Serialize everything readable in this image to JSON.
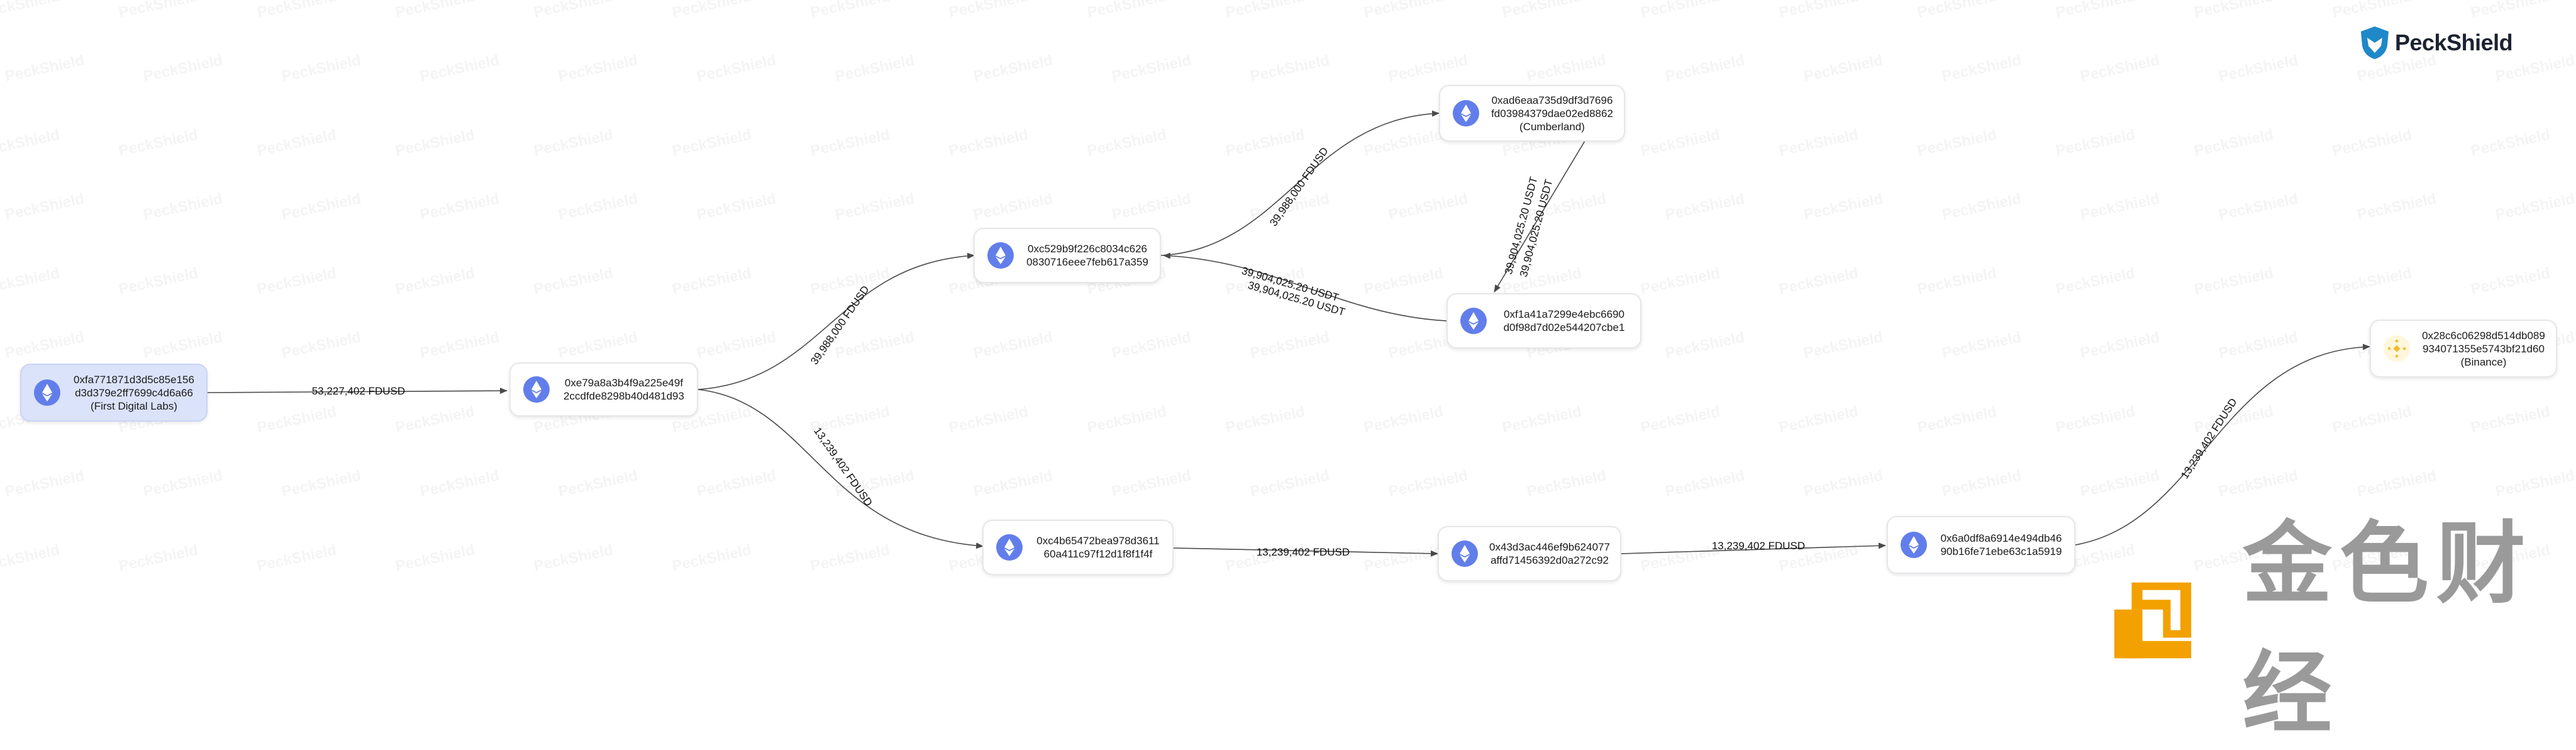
{
  "brand": {
    "name": "PeckShield"
  },
  "corner_logo": {
    "text": "金色财经"
  },
  "watermark": {
    "text": "PeckShield"
  },
  "colors": {
    "eth": "#627eea",
    "bnb": "#f3ba2f",
    "edge": "#4a4a4a",
    "highlight": "#dbe3fb"
  },
  "nodes": [
    {
      "id": "n0",
      "icon": "ethereum-icon",
      "lines": [
        "0xfa771871d3d5c85e156",
        "d3d379e2ff7699c4d6a66",
        "(First Digital Labs)"
      ],
      "highlight": true
    },
    {
      "id": "n1",
      "icon": "ethereum-icon",
      "lines": [
        "0xe79a8a3b4f9a225e49f",
        "2ccdfde8298b40d481d93"
      ]
    },
    {
      "id": "n2",
      "icon": "ethereum-icon",
      "lines": [
        "0xc529b9f226c8034c626",
        "0830716eee7feb617a359"
      ]
    },
    {
      "id": "n3",
      "icon": "ethereum-icon",
      "lines": [
        "0xad6eaa735d9df3d7696",
        "fd03984379dae02ed8862",
        "(Cumberland)"
      ]
    },
    {
      "id": "n4",
      "icon": "ethereum-icon",
      "lines": [
        "0xf1a41a7299e4ebc6690",
        "d0f98d7d02e544207cbe1"
      ]
    },
    {
      "id": "n5",
      "icon": "ethereum-icon",
      "lines": [
        "0xc4b65472bea978d3611",
        "60a411c97f12d1f8f1f4f"
      ]
    },
    {
      "id": "n6",
      "icon": "ethereum-icon",
      "lines": [
        "0x43d3ac446ef9b624077",
        "affd71456392d0a272c92"
      ]
    },
    {
      "id": "n7",
      "icon": "ethereum-icon",
      "lines": [
        "0x6a0df8a6914e494db46",
        "90b16fe71ebe63c1a5919"
      ]
    },
    {
      "id": "n8",
      "icon": "binance-icon",
      "lines": [
        "0x28c6c06298d514db089",
        "934071355e5743bf21d60",
        "(Binance)"
      ]
    }
  ],
  "edges": [
    {
      "from": "n0",
      "to": "n1",
      "label": "53,227,402 FDUSD"
    },
    {
      "from": "n1",
      "to": "n2",
      "label": "39,988,000 FDUSD"
    },
    {
      "from": "n1",
      "to": "n5",
      "label": "13,239,402 FDUSD"
    },
    {
      "from": "n2",
      "to": "n3",
      "label": "39,988,000 FDUSD"
    },
    {
      "from": "n3",
      "to": "n4",
      "label": "39,904,025.20 USDT"
    },
    {
      "from": "n4",
      "to": "n2",
      "label": "39,904,025.20 USDT"
    },
    {
      "from": "n5",
      "to": "n6",
      "label": "13,239,402 FDUSD"
    },
    {
      "from": "n6",
      "to": "n7",
      "label": "13,239,402 FDUSD"
    },
    {
      "from": "n7",
      "to": "n8",
      "label": "13,239,402 FDUSD"
    }
  ]
}
